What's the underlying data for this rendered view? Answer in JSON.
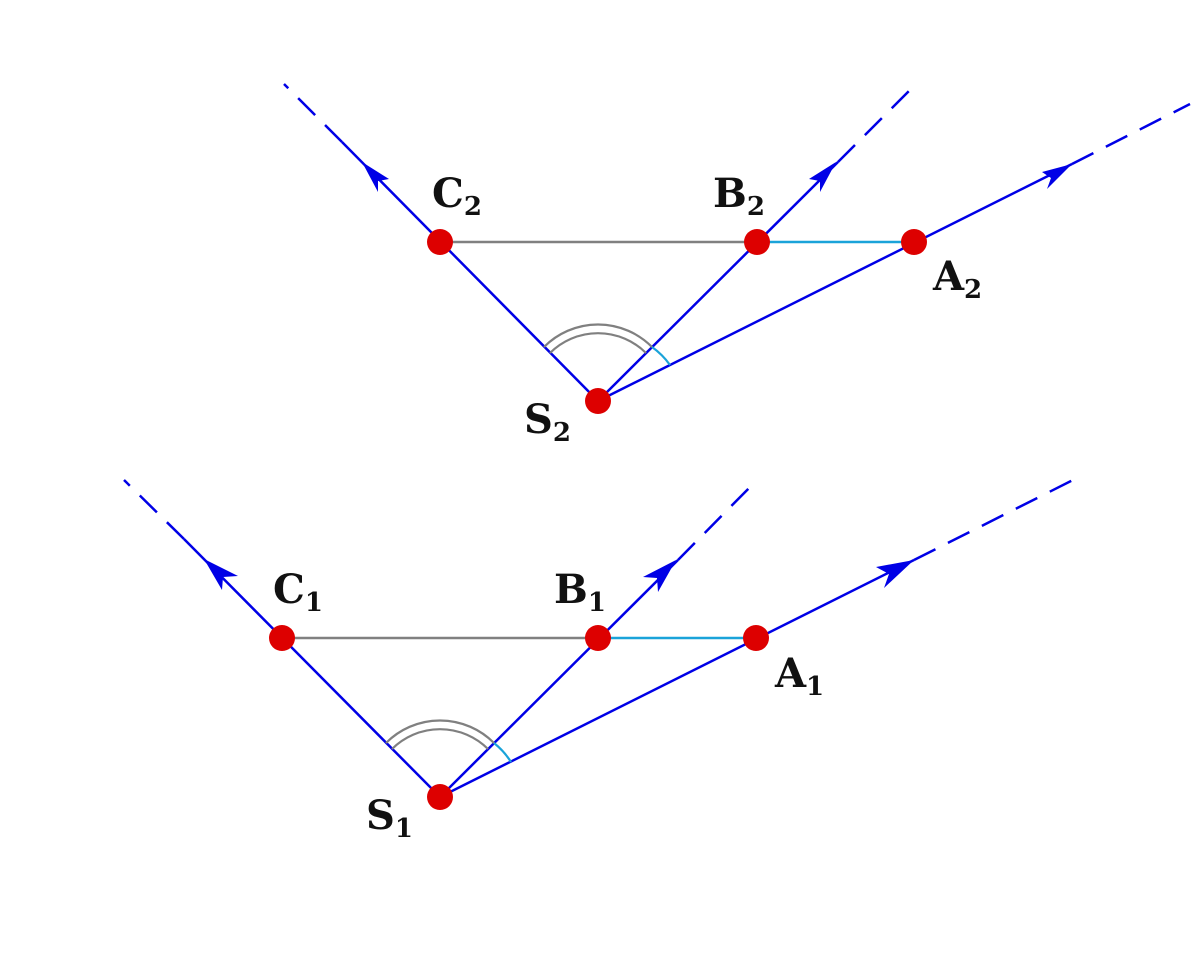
{
  "colors": {
    "ray": "#0000e6",
    "gray_segment": "#808080",
    "cyan_segment": "#1aa3d9",
    "point": "#dd0000",
    "label": "#111111"
  },
  "figures": [
    {
      "name": "upper",
      "points": {
        "S": {
          "letter": "S",
          "index": "2"
        },
        "C": {
          "letter": "C",
          "index": "2"
        },
        "B": {
          "letter": "B",
          "index": "2"
        },
        "A": {
          "letter": "A",
          "index": "2"
        }
      }
    },
    {
      "name": "lower",
      "points": {
        "S": {
          "letter": "S",
          "index": "1"
        },
        "C": {
          "letter": "C",
          "index": "1"
        },
        "B": {
          "letter": "B",
          "index": "1"
        },
        "A": {
          "letter": "A",
          "index": "1"
        }
      }
    }
  ]
}
